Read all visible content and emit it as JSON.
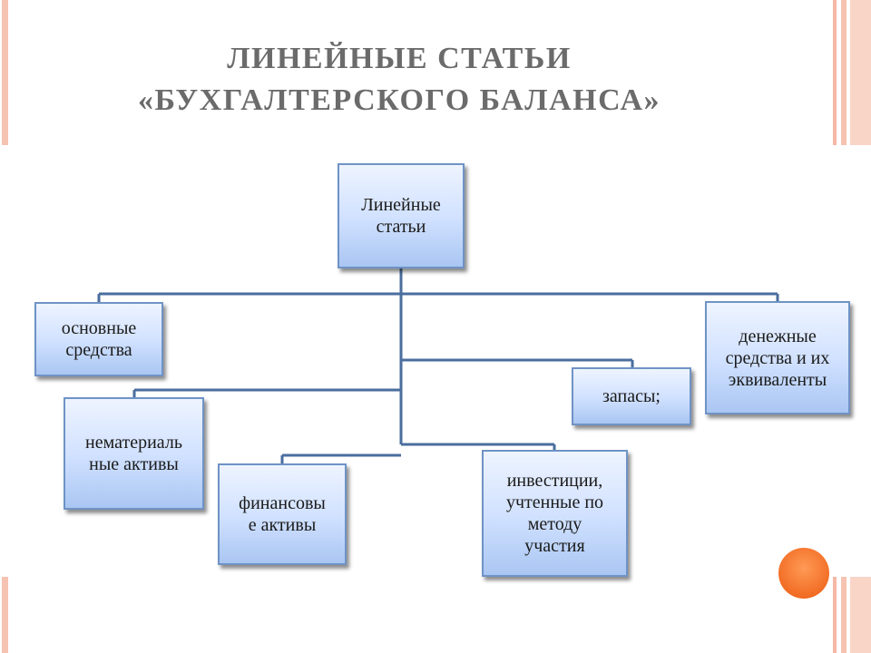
{
  "title": {
    "line1": "ЛИНЕЙНЫЕ СТАТЬИ",
    "line2": "«БУХГАЛТЕРСКОГО БАЛАНСА»"
  },
  "diagram": {
    "root": "Линейные\nстатьи",
    "nodes": {
      "fixed_assets": "основные\nсредства",
      "intangible_assets": "нематериаль\nные активы",
      "financial_assets": "финансовы\nе активы",
      "investments": "инвестиции,\nучтенные по\nметоду\nучастия",
      "inventories": "запасы;",
      "cash": "денежные\nсредства и их\nэквиваленты"
    }
  },
  "colors": {
    "node_border": "#6f93c6",
    "connector": "#4a6e9e",
    "accent_stripe": "#f4b8a5",
    "accent_circle": "#f26d25",
    "title": "#6b6b6b"
  }
}
